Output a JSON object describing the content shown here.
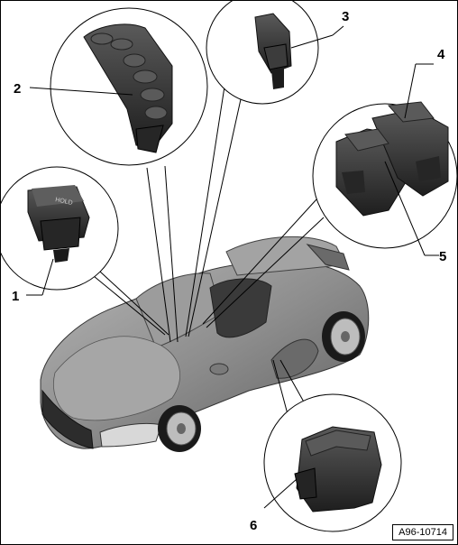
{
  "callouts": [
    "1",
    "2",
    "3",
    "4",
    "5",
    "6"
  ],
  "figure_reference": "A96-10714",
  "silhouette_label": "HOLD",
  "colors": {
    "body_gray": "#8a8a8a",
    "dark_switch": "#2e2e2e",
    "outline": "#000000"
  }
}
